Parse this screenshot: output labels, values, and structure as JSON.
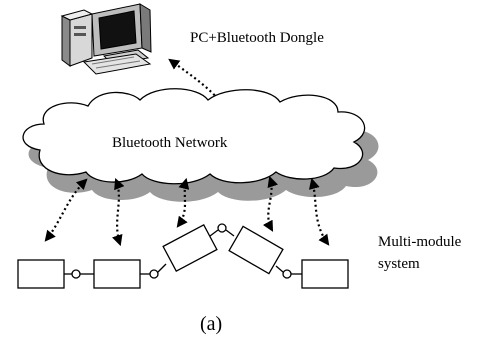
{
  "labels": {
    "pc": "PC+Bluetooth Dongle",
    "network": "Bluetooth Network",
    "multi_line1": "Multi-module",
    "multi_line2": "system",
    "caption": "(a)"
  },
  "icons": {
    "computer": "pc-computer-icon"
  },
  "colors": {
    "cloud_shadow": "#9a9a9a",
    "cloud_fill": "#ffffff",
    "stroke": "#000000"
  }
}
